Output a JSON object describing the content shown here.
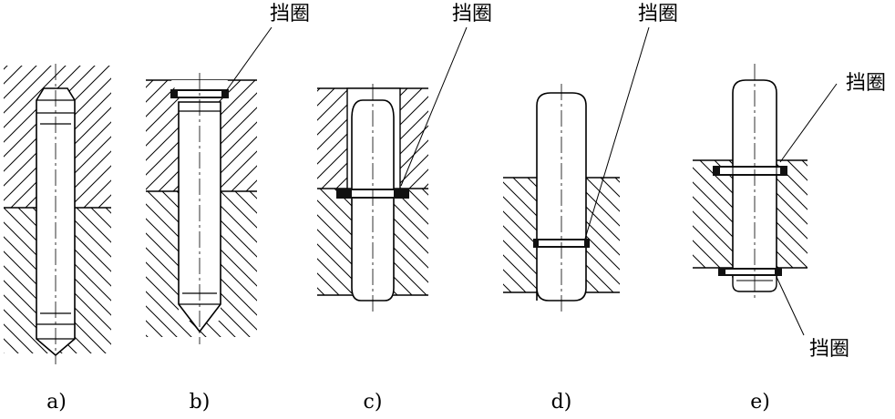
{
  "figure": {
    "retaining_ring_label": "挡圈",
    "subfigures": [
      {
        "id": "a",
        "caption": "a)"
      },
      {
        "id": "b",
        "caption": "b)"
      },
      {
        "id": "c",
        "caption": "c)"
      },
      {
        "id": "d",
        "caption": "d)"
      },
      {
        "id": "e",
        "caption": "e)"
      }
    ],
    "callouts": {
      "b": "挡圈",
      "c": "挡圈",
      "d": "挡圈",
      "e_top": "挡圈",
      "e_bottom": "挡圈"
    }
  }
}
